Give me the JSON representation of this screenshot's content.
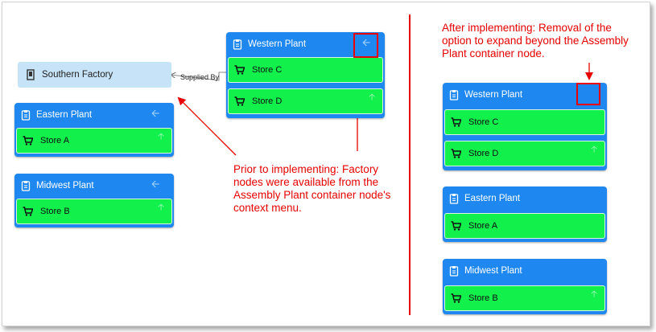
{
  "colors": {
    "plant_header": "#1e88f0",
    "store_fill": "#11f04b",
    "factory_fill": "#c6e3f7",
    "annotation": "#e60000"
  },
  "icons": {
    "plant": "clipboard-icon",
    "factory": "building-icon",
    "store": "cart-icon",
    "collapse": "arrow-left-icon",
    "expand": "arrow-up-icon"
  },
  "before": {
    "factory": {
      "name": "Southern Factory"
    },
    "edge_label": "Supplied By",
    "western_plant": {
      "title": "Western Plant",
      "stores": [
        "Store C",
        "Store D"
      ]
    },
    "eastern_plant": {
      "title": "Eastern Plant",
      "stores": [
        "Store A"
      ]
    },
    "midwest_plant": {
      "title": "Midwest Plant",
      "stores": [
        "Store B"
      ]
    },
    "annotation": "Prior to implementing: Factory nodes were available from the Assembly Plant container node's context menu."
  },
  "after": {
    "western_plant": {
      "title": "Western Plant",
      "stores": [
        "Store C",
        "Store D"
      ]
    },
    "eastern_plant": {
      "title": "Eastern Plant",
      "stores": [
        "Store A"
      ]
    },
    "midwest_plant": {
      "title": "Midwest Plant",
      "stores": [
        "Store B"
      ]
    },
    "annotation": "After implementing: Removal of the option to expand beyond the Assembly Plant container node."
  }
}
